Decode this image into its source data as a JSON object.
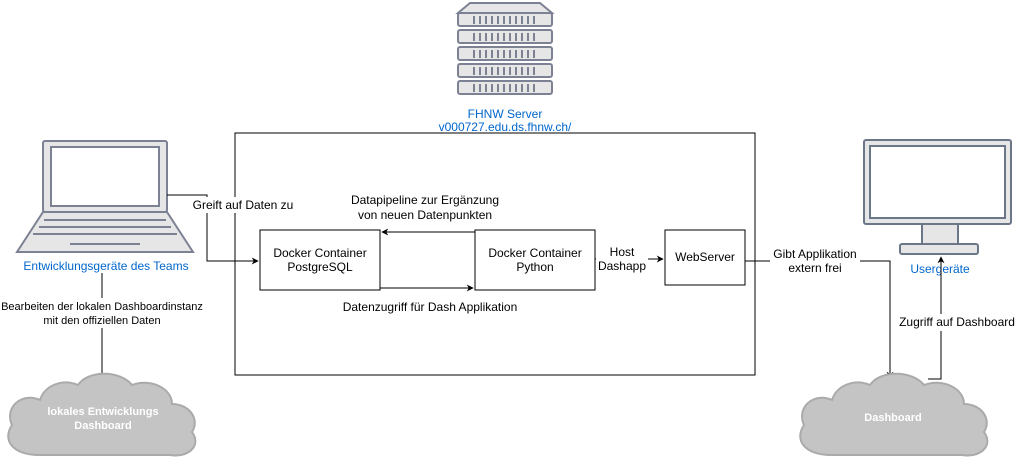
{
  "server": {
    "title": "FHNW Server",
    "host": "v000727.edu.ds.fhnw.ch/"
  },
  "laptop": {
    "label": "Entwicklungsgeräte des Teams"
  },
  "monitor": {
    "label": "Usergeräte"
  },
  "boxes": {
    "postgres_line1": "Docker Container",
    "postgres_line2": "PostgreSQL",
    "python_line1": "Docker Container",
    "python_line2": "Python",
    "webserver": "WebServer"
  },
  "edges": {
    "greift": "Greift auf Daten zu",
    "pipeline_line1": "Datapipeline zur Ergänzung",
    "pipeline_line2": "von neuen Datenpunkten",
    "datenzugriff": "Datenzugriff für Dash Applikation",
    "host_line1": "Host",
    "host_line2": "Dashapp",
    "gibt_line1": "Gibt Applikation",
    "gibt_line2": "extern frei",
    "zugriff": "Zugriff auf Dashboard",
    "bearbeiten_line1": "Bearbeiten der lokalen Dashboardinstanz",
    "bearbeiten_line2": "mit den offiziellen Daten"
  },
  "clouds": {
    "local_line1": "lokales Entwicklungs",
    "local_line2": "Dashboard",
    "dashboard": "Dashboard"
  },
  "colors": {
    "icon_fill": "#e6e6e6",
    "icon_stroke": "#7c8294",
    "monitor_stroke": "#6c7689",
    "cloud_fill": "#c4c4c4",
    "cloud_stroke": "#aaaaaa",
    "label_blue": "#0066cc"
  }
}
